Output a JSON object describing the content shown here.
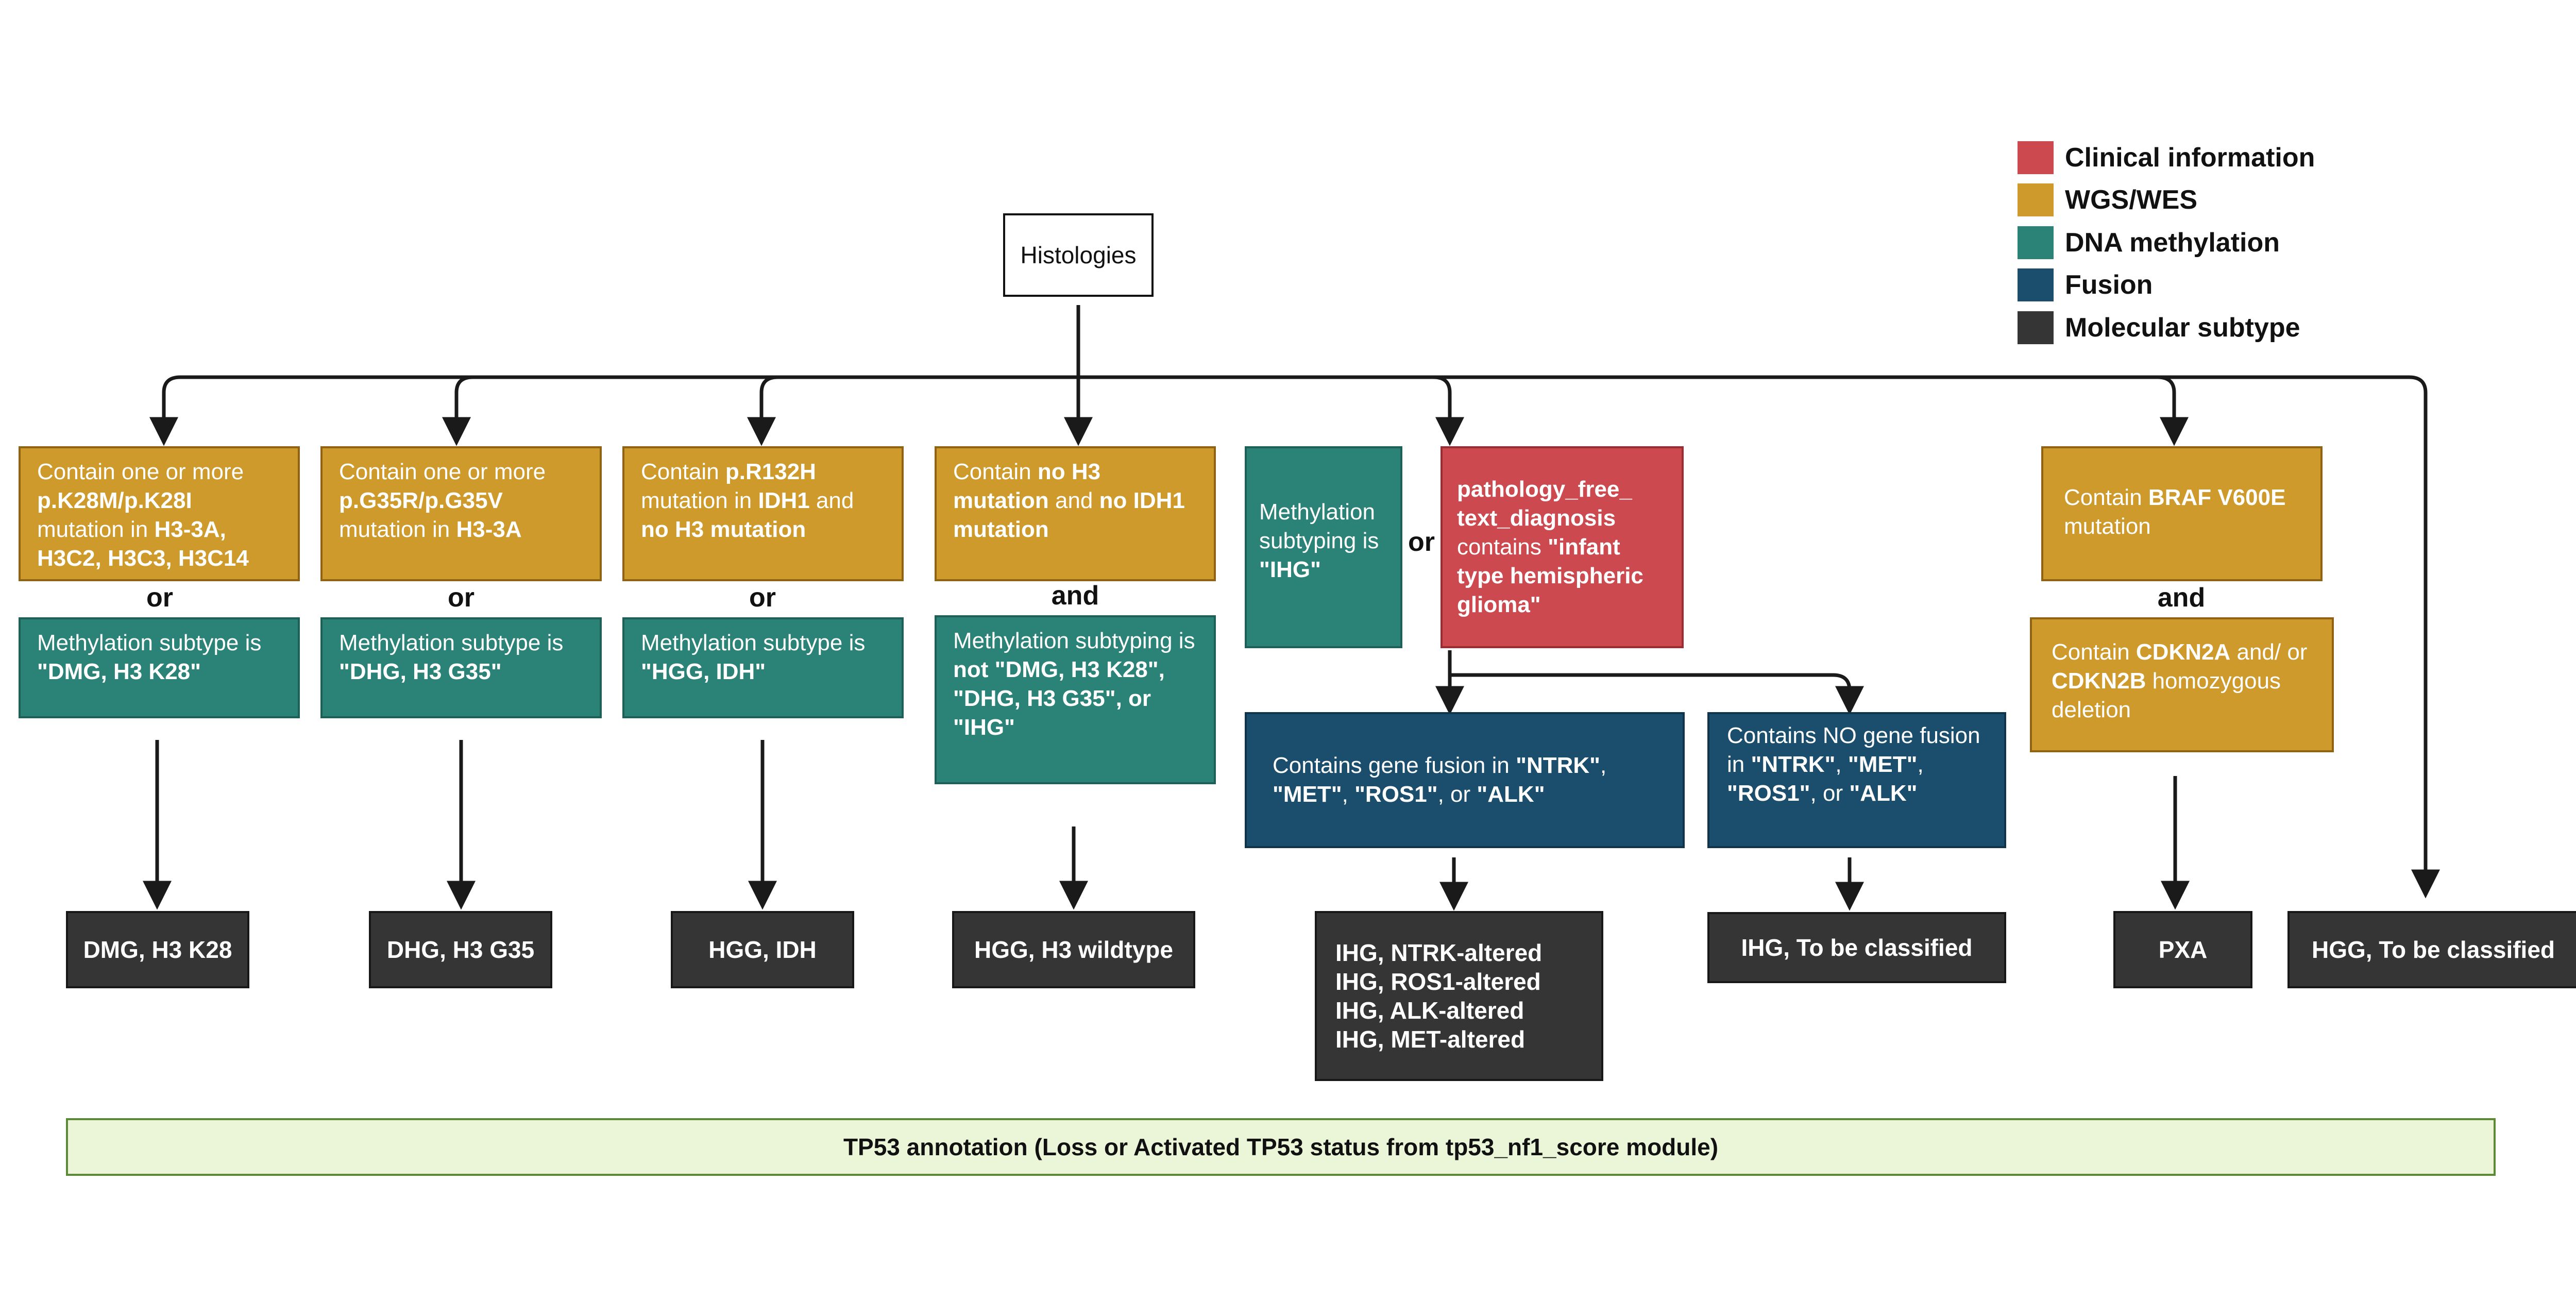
{
  "colors": {
    "clinical": "#CC4A4F",
    "wgs_wes": "#CE9A2B",
    "dna_methylation": "#2B8277",
    "fusion": "#1A4E6C",
    "molecular_subtype": "#353535",
    "tp53_fill": "#EBF5D8",
    "tp53_border": "#5D8A38"
  },
  "root": {
    "label": "Histologies"
  },
  "legend": [
    {
      "label": "Clinical information",
      "color": "#CC4A4F"
    },
    {
      "label": "WGS/WES",
      "color": "#CE9A2B"
    },
    {
      "label": "DNA methylation",
      "color": "#2B8277"
    },
    {
      "label": "Fusion",
      "color": "#1A4E6C"
    },
    {
      "label": "Molecular subtype",
      "color": "#353535"
    }
  ],
  "branches": {
    "dmg": {
      "criterion1": [
        {
          "t": "Contain one or more "
        },
        {
          "t": "p.K28M/p.K28I",
          "b": true
        },
        {
          "t": " mutation in  "
        },
        {
          "t": "H3-3A, H3C2, H3C3,  H3C14",
          "b": true
        }
      ],
      "connector": "or",
      "criterion2": [
        {
          "t": "Methylation subtype is "
        },
        {
          "t": "\"DMG, H3 K28\"",
          "b": true
        }
      ],
      "result": "DMG, H3 K28"
    },
    "dhg": {
      "criterion1": [
        {
          "t": "Contain one or more "
        },
        {
          "t": "p.G35R/p.G35V",
          "b": true
        },
        {
          "t": " mutation in  "
        },
        {
          "t": "H3-3A",
          "b": true
        }
      ],
      "connector": "or",
      "criterion2": [
        {
          "t": "Methylation subtype is "
        },
        {
          "t": "\"DHG, H3 G35\"",
          "b": true
        }
      ],
      "result": "DHG, H3 G35"
    },
    "idh": {
      "criterion1": [
        {
          "t": "Contain "
        },
        {
          "t": "p.R132H",
          "b": true
        },
        {
          "t": " mutation in "
        },
        {
          "t": "IDH1",
          "b": true
        },
        {
          "t": " and "
        },
        {
          "t": "no H3 mutation",
          "b": true
        }
      ],
      "connector": "or",
      "criterion2": [
        {
          "t": "Methylation subtype is "
        },
        {
          "t": "\"HGG, IDH\"",
          "b": true
        }
      ],
      "result": "HGG, IDH"
    },
    "wildtype": {
      "criterion1": [
        {
          "t": "Contain "
        },
        {
          "t": "no H3 mutation",
          "b": true
        },
        {
          "t": " and "
        },
        {
          "t": "no IDH1 mutation",
          "b": true
        }
      ],
      "connector": "and",
      "criterion2": [
        {
          "t": "Methylation subtyping is "
        },
        {
          "t": "not \"DMG, H3 K28\", \"DHG, H3 G35\", or \"IHG\"",
          "b": true
        }
      ],
      "result": "HGG, H3 wildtype"
    },
    "ihg": {
      "criterion_methylation": [
        {
          "t": "Methylation subtyping is "
        },
        {
          "t": "\"IHG\"",
          "b": true
        }
      ],
      "connector": "or",
      "criterion_clinical": [
        {
          "t": "pathology_free_ text_diagnosis",
          "b": true
        },
        {
          "t": " contains "
        },
        {
          "t": "\"infant type hemispheric glioma\"",
          "b": true
        }
      ],
      "fusion_yes": [
        {
          "t": "Contains gene fusion in "
        },
        {
          "t": "\"NTRK\"",
          "b": true
        },
        {
          "t": ", "
        },
        {
          "t": "\"MET\"",
          "b": true
        },
        {
          "t": ", "
        },
        {
          "t": "\"ROS1\"",
          "b": true
        },
        {
          "t": ", or "
        },
        {
          "t": "\"ALK\"",
          "b": true
        }
      ],
      "fusion_no": [
        {
          "t": "Contains NO gene fusion in "
        },
        {
          "t": "\"NTRK\"",
          "b": true
        },
        {
          "t": ", "
        },
        {
          "t": "\"MET\"",
          "b": true
        },
        {
          "t": ", "
        },
        {
          "t": "\"ROS1\"",
          "b": true
        },
        {
          "t": ", or "
        },
        {
          "t": "\"ALK\"",
          "b": true
        }
      ],
      "result_altered": [
        "IHG, NTRK-altered",
        "IHG, ROS1-altered",
        "IHG, ALK-altered",
        "IHG, MET-altered"
      ],
      "result_unclassified": "IHG, To be classified"
    },
    "pxa": {
      "criterion1": [
        {
          "t": "Contain "
        },
        {
          "t": "BRAF V600E",
          "b": true
        },
        {
          "t": " mutation"
        }
      ],
      "connector": "and",
      "criterion2": [
        {
          "t": "Contain "
        },
        {
          "t": "CDKN2A",
          "b": true
        },
        {
          "t": " and/ or "
        },
        {
          "t": "CDKN2B",
          "b": true
        },
        {
          "t": " homozygous deletion"
        }
      ],
      "result": "PXA"
    },
    "unclassified": {
      "result": "HGG, To be classified"
    }
  },
  "tp53": {
    "label": "TP53 annotation (Loss or Activated TP53 status from tp53_nf1_score module)"
  }
}
